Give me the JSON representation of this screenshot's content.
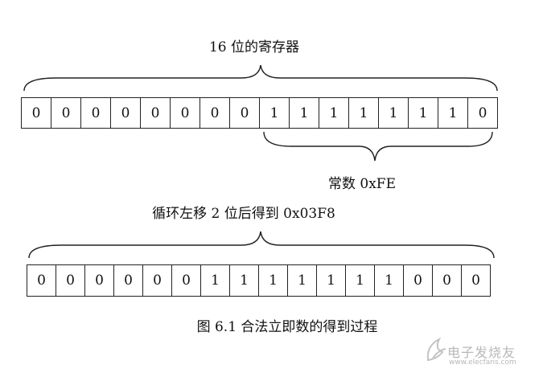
{
  "labels": {
    "top_brace": "16 位的寄存器",
    "constant": "常数 0xFE",
    "rotate": "循环左移 2 位后得到 0x03F8",
    "caption": "图 6.1 合法立即数的得到过程"
  },
  "register_top": [
    "0",
    "0",
    "0",
    "0",
    "0",
    "0",
    "0",
    "0",
    "1",
    "1",
    "1",
    "1",
    "1",
    "1",
    "1",
    "0"
  ],
  "register_bottom": [
    "0",
    "0",
    "0",
    "0",
    "0",
    "0",
    "1",
    "1",
    "1",
    "1",
    "1",
    "1",
    "1",
    "0",
    "0",
    "0"
  ],
  "watermark": {
    "text": "电子发烧友",
    "sub": "www.elecfans.com"
  }
}
